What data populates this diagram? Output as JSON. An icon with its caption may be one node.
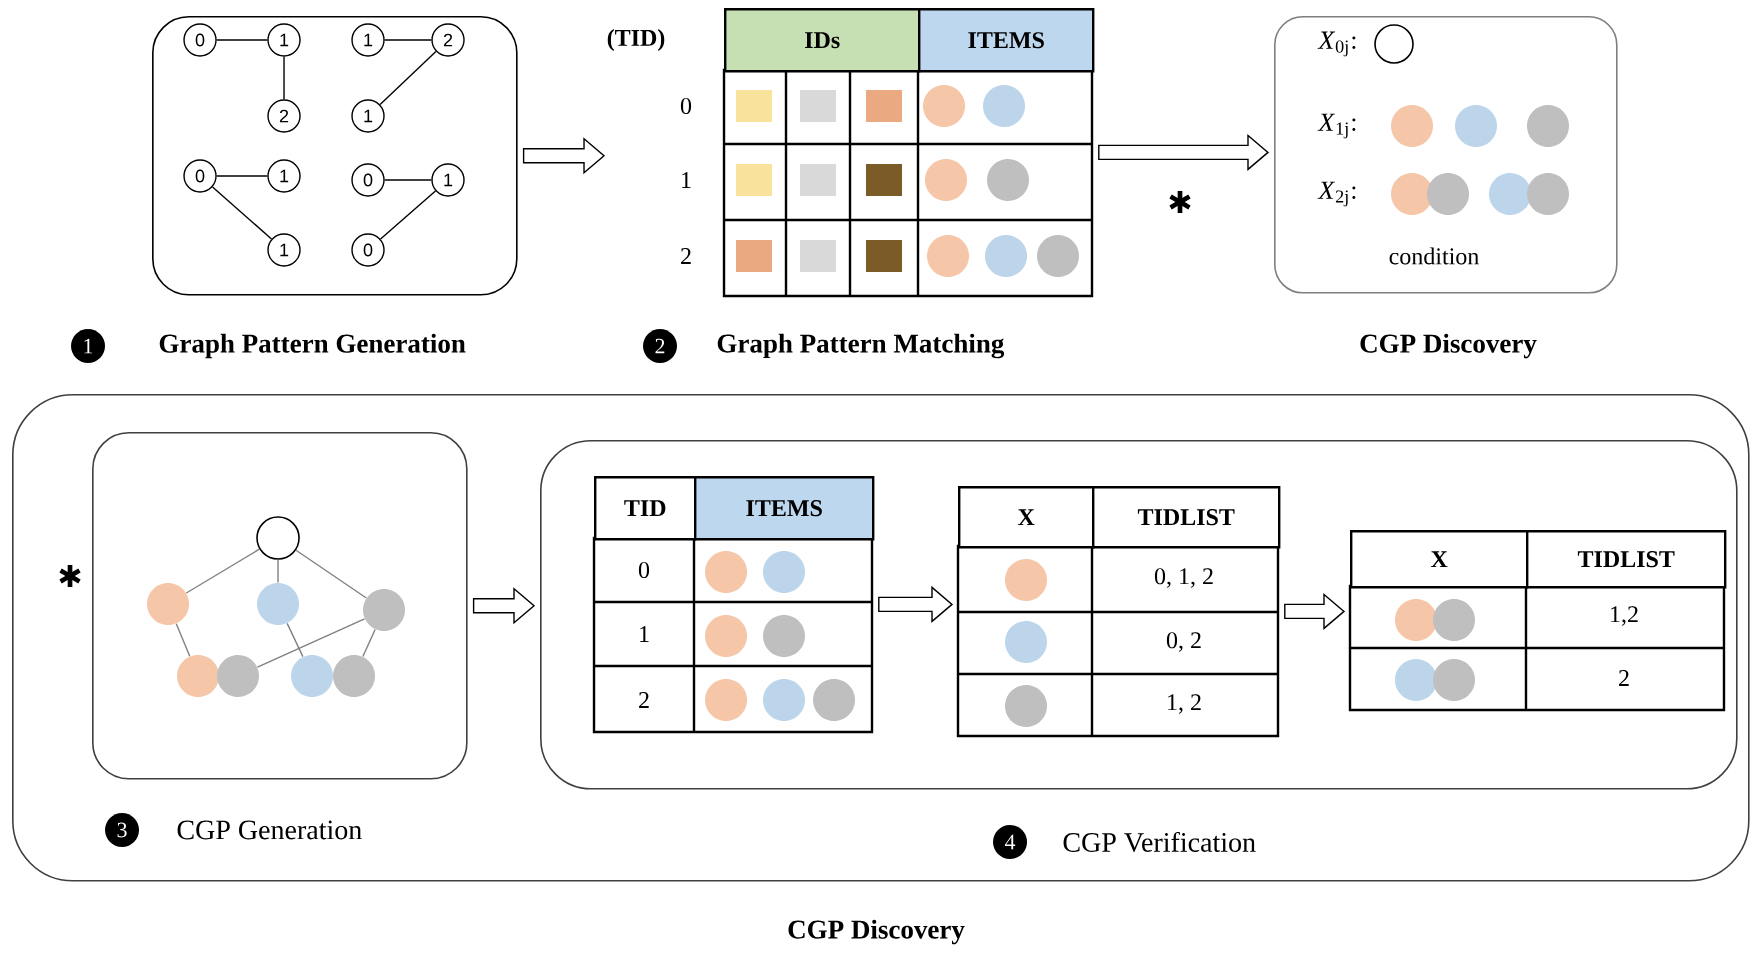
{
  "diagram": {
    "nodes": [
      {
        "text": [],
        "shape": "box",
        "beside": [
          "1",
          "Graph Pattern Generation"
        ]
      },
      {
        "text": [
          "0"
        ],
        "in": 0
      },
      {
        "text": [
          "1"
        ],
        "in": 0
      },
      {
        "text": [
          "2"
        ],
        "in": 0
      },
      {
        "text": [
          "1"
        ],
        "in": 0
      },
      {
        "text": [
          "2"
        ],
        "in": 0
      },
      {
        "text": [
          "1"
        ],
        "in": 0
      },
      {
        "text": [
          "0"
        ],
        "in": 0
      },
      {
        "text": [
          "1"
        ],
        "in": 0
      },
      {
        "text": [
          "1"
        ],
        "in": 0
      },
      {
        "text": [
          "0"
        ],
        "in": 0
      },
      {
        "text": [
          "1"
        ],
        "in": 0
      },
      {
        "text": [
          "0"
        ],
        "in": 0
      },
      {
        "text": [
          "(TID)",
          "IDs",
          "ITEMS",
          "0",
          "1",
          "2"
        ],
        "beside": [
          "2",
          "Graph Pattern Matching"
        ]
      },
      {
        "text": [
          "*X*$_{0j}$:",
          "*X*$_{1j}$:",
          "*X*$_{2j}$:",
          "condition"
        ],
        "beside": [
          "CGP Discovery"
        ]
      },
      {
        "text": [
          "CGP Discovery"
        ]
      },
      {
        "text": [],
        "shape": "box",
        "in": 15,
        "beside": [
          "3",
          "CGP Generation"
        ]
      },
      {
        "text": [],
        "shape": "circle",
        "in": 16
      },
      {
        "text": [],
        "shape": "circle",
        "in": 16
      },
      {
        "text": [],
        "shape": "circle",
        "in": 16
      },
      {
        "text": [],
        "shape": "circle",
        "in": 16
      },
      {
        "text": [],
        "shape": "circle",
        "in": 16
      },
      {
        "text": [],
        "shape": "circle",
        "in": 16
      },
      {
        "text": [],
        "shape": "circle",
        "in": 16
      },
      {
        "text": [],
        "shape": "circle",
        "in": 16
      },
      {
        "text": [],
        "shape": "box",
        "in": 15,
        "beside": [
          "4",
          "CGP Verification"
        ]
      },
      {
        "text": [
          "TID",
          "ITEMS",
          "0",
          "1",
          "2"
        ],
        "in": 25
      },
      {
        "text": [
          "X",
          "TIDLIST",
          "0, 1, 2",
          "0, 2",
          "1, 2"
        ],
        "in": 25
      },
      {
        "text": [
          "X",
          "TIDLIST",
          "1,2",
          "2"
        ],
        "in": 25
      }
    ],
    "edges": [
      {
        "from": 0,
        "to": 13,
        "arrow": "to"
      },
      {
        "from": 13,
        "to": 14,
        "arrow": "to"
      },
      {
        "from": 16,
        "to": 25,
        "arrow": "to"
      },
      {
        "from": 26,
        "to": 27,
        "arrow": "to"
      },
      {
        "from": 27,
        "to": 28,
        "arrow": "to"
      },
      {
        "from": 1,
        "to": 2,
        "arrow": "none"
      },
      {
        "from": 2,
        "to": 3,
        "arrow": "none"
      },
      {
        "from": 4,
        "to": 5,
        "arrow": "none"
      },
      {
        "from": 5,
        "to": 6,
        "arrow": "none"
      },
      {
        "from": 7,
        "to": 8,
        "arrow": "none"
      },
      {
        "from": 7,
        "to": 9,
        "arrow": "none"
      },
      {
        "from": 10,
        "to": 11,
        "arrow": "none"
      },
      {
        "from": 11,
        "to": 12,
        "arrow": "none"
      },
      {
        "from": 17,
        "to": 18,
        "arrow": "none",
        "color": "#808080"
      },
      {
        "from": 17,
        "to": 19,
        "arrow": "none",
        "color": "#808080"
      },
      {
        "from": 17,
        "to": 20,
        "arrow": "none",
        "color": "#808080"
      },
      {
        "from": 18,
        "to": 21,
        "arrow": "none",
        "color": "#808080"
      },
      {
        "from": 20,
        "to": 22,
        "arrow": "none",
        "color": "#808080"
      },
      {
        "from": 19,
        "to": 23,
        "arrow": "none",
        "color": "#808080"
      },
      {
        "from": 20,
        "to": 24,
        "arrow": "none",
        "color": "#808080"
      }
    ],
    "labels": [
      "✱",
      "✱"
    ]
  }
}
